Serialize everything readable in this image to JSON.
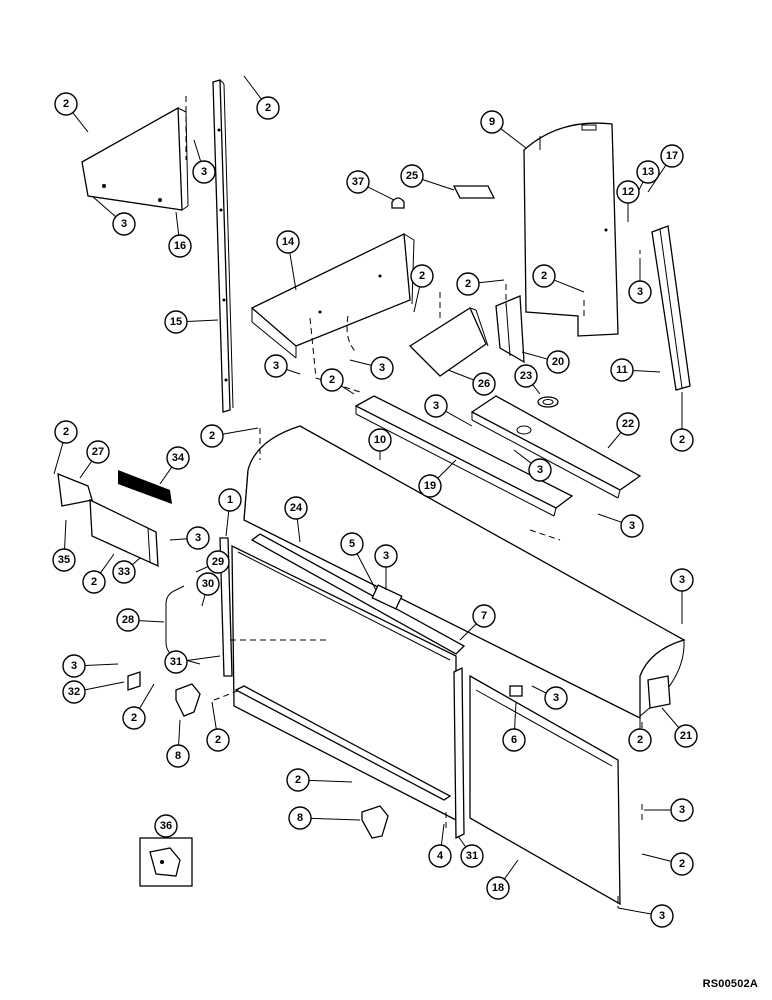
{
  "diagram": {
    "reference_code": "RS00502A",
    "callouts": [
      {
        "id": "c-2a",
        "label": "2"
      },
      {
        "id": "c-2b",
        "label": "2"
      },
      {
        "id": "c-3a",
        "label": "3"
      },
      {
        "id": "c-3b",
        "label": "3"
      },
      {
        "id": "c-16",
        "label": "16"
      },
      {
        "id": "c-15",
        "label": "15"
      },
      {
        "id": "c-14",
        "label": "14"
      },
      {
        "id": "c-37",
        "label": "37"
      },
      {
        "id": "c-25",
        "label": "25"
      },
      {
        "id": "c-9",
        "label": "9"
      },
      {
        "id": "c-17",
        "label": "17"
      },
      {
        "id": "c-13",
        "label": "13"
      },
      {
        "id": "c-12",
        "label": "12"
      },
      {
        "id": "c-2c",
        "label": "2"
      },
      {
        "id": "c-2d",
        "label": "2"
      },
      {
        "id": "c-2e",
        "label": "2"
      },
      {
        "id": "c-3c",
        "label": "3"
      },
      {
        "id": "c-3d",
        "label": "3"
      },
      {
        "id": "c-3e",
        "label": "3"
      },
      {
        "id": "c-2f",
        "label": "2"
      },
      {
        "id": "c-26",
        "label": "26"
      },
      {
        "id": "c-20",
        "label": "20"
      },
      {
        "id": "c-23",
        "label": "23"
      },
      {
        "id": "c-11",
        "label": "11"
      },
      {
        "id": "c-3f",
        "label": "3"
      },
      {
        "id": "c-22",
        "label": "22"
      },
      {
        "id": "c-2g",
        "label": "2"
      },
      {
        "id": "c-2h",
        "label": "2"
      },
      {
        "id": "c-27",
        "label": "27"
      },
      {
        "id": "c-34",
        "label": "34"
      },
      {
        "id": "c-10",
        "label": "10"
      },
      {
        "id": "c-19",
        "label": "19"
      },
      {
        "id": "c-3g",
        "label": "3"
      },
      {
        "id": "c-3h",
        "label": "3"
      },
      {
        "id": "c-1",
        "label": "1"
      },
      {
        "id": "c-24",
        "label": "24"
      },
      {
        "id": "c-5",
        "label": "5"
      },
      {
        "id": "c-3i",
        "label": "3"
      },
      {
        "id": "c-3j",
        "label": "3"
      },
      {
        "id": "c-2i",
        "label": "2"
      },
      {
        "id": "c-35",
        "label": "35"
      },
      {
        "id": "c-2j",
        "label": "2"
      },
      {
        "id": "c-33",
        "label": "33"
      },
      {
        "id": "c-29",
        "label": "29"
      },
      {
        "id": "c-30",
        "label": "30"
      },
      {
        "id": "c-28",
        "label": "28"
      },
      {
        "id": "c-7",
        "label": "7"
      },
      {
        "id": "c-3k",
        "label": "3"
      },
      {
        "id": "c-31a",
        "label": "31"
      },
      {
        "id": "c-3l",
        "label": "3"
      },
      {
        "id": "c-32",
        "label": "32"
      },
      {
        "id": "c-2k",
        "label": "2"
      },
      {
        "id": "c-8a",
        "label": "8"
      },
      {
        "id": "c-2l",
        "label": "2"
      },
      {
        "id": "c-6",
        "label": "6"
      },
      {
        "id": "c-3m",
        "label": "3"
      },
      {
        "id": "c-2m",
        "label": "2"
      },
      {
        "id": "c-21",
        "label": "21"
      },
      {
        "id": "c-2n",
        "label": "2"
      },
      {
        "id": "c-8b",
        "label": "8"
      },
      {
        "id": "c-3n",
        "label": "3"
      },
      {
        "id": "c-36",
        "label": "36"
      },
      {
        "id": "c-4",
        "label": "4"
      },
      {
        "id": "c-31b",
        "label": "31"
      },
      {
        "id": "c-2o",
        "label": "2"
      },
      {
        "id": "c-18",
        "label": "18"
      },
      {
        "id": "c-3o",
        "label": "3"
      }
    ]
  }
}
